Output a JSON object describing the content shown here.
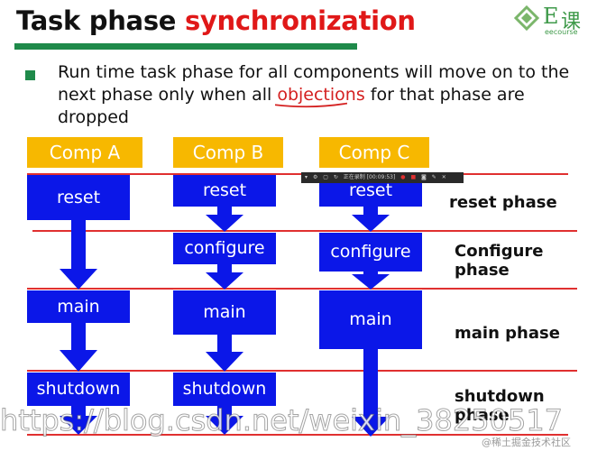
{
  "title": {
    "part1": "Task phase",
    "part2": "synchronization"
  },
  "logo": {
    "letter": "E",
    "char": "课",
    "sub": "eecourse"
  },
  "bullet": {
    "before": "Run time task phase for all components will move on to the next phase only when all ",
    "highlight": "objections",
    "after": " for that phase are dropped"
  },
  "components": [
    "Comp A",
    "Comp B",
    "Comp C"
  ],
  "boxes": {
    "comp_a": {
      "reset": "reset",
      "main": "main",
      "shutdown": "shutdown"
    },
    "comp_b": {
      "reset": "reset",
      "configure": "configure",
      "main": "main",
      "shutdown": "shutdown"
    },
    "comp_c": {
      "reset": "reset",
      "configure": "configure",
      "main": "main"
    }
  },
  "phases": {
    "reset": "reset phase",
    "configure_1": "Configure",
    "configure_2": "phase",
    "main": "main phase",
    "shutdown_1": "shutdown",
    "shutdown_2": "phase"
  },
  "toolbar_text": "正在录制 [00:09:53]",
  "watermark": "https://blog.csdn.net/weixin_38250517",
  "credit": "@稀土掘金技术社区",
  "colors": {
    "green": "#1f8a4a",
    "red": "#e01818",
    "orange": "#f7b800",
    "blue": "#0b17e8"
  }
}
